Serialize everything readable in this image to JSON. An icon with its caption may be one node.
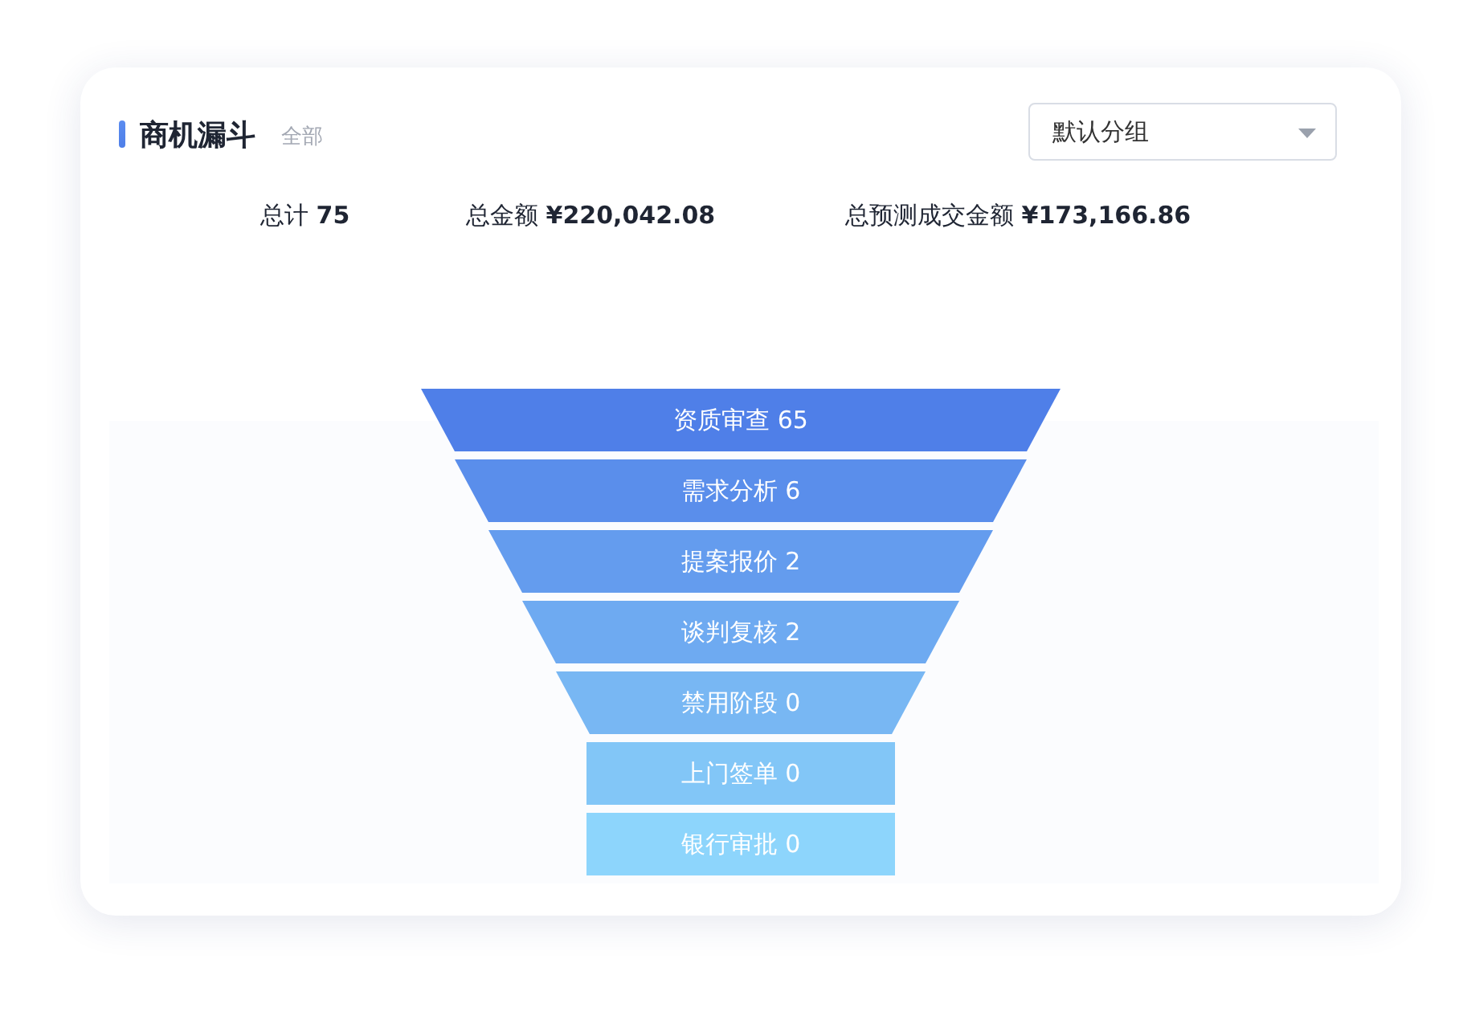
{
  "diagram": {
    "title": "商机漏斗",
    "nodes": [
      {
        "text": [
          "资质审查 65"
        ]
      },
      {
        "text": [
          "需求分析 6"
        ]
      },
      {
        "text": [
          "提案报价 2"
        ]
      },
      {
        "text": [
          "谈判复核 2"
        ]
      },
      {
        "text": [
          "禁用阶段 0"
        ]
      },
      {
        "text": [
          "上门签单 0"
        ]
      },
      {
        "text": [
          "银行审批 0"
        ]
      }
    ],
    "labels": [
      "全部",
      "默认分组",
      "总计 **75**",
      "总金额 **¥220,042.08**",
      "总预测成交金额 **¥173,166.86**"
    ]
  }
}
